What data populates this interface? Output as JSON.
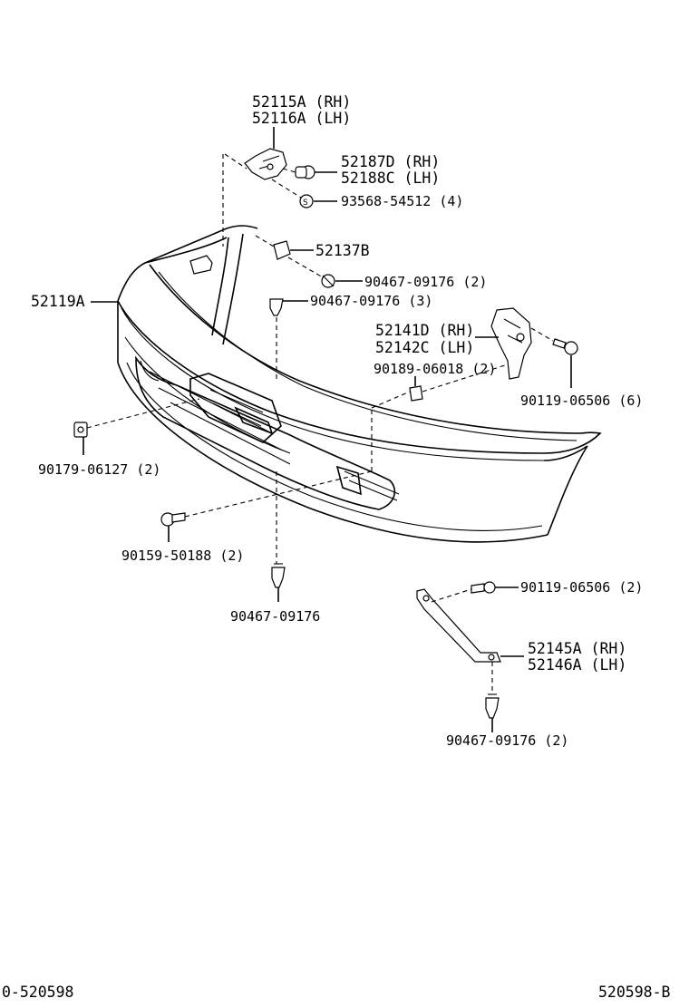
{
  "diagram": {
    "labels": {
      "p52115A": "52115A (RH)",
      "p52116A": "52116A (LH)",
      "p52187D": "52187D (RH)",
      "p52188C": "52188C (LH)",
      "p93568": "93568-54512 (4)",
      "p52137B": "52137B",
      "p90467a": "90467-09176 (2)",
      "p52119A": "52119A",
      "p90467b": "90467-09176 (3)",
      "p52141D": "52141D (RH)",
      "p52142C": "52142C (LH)",
      "p90189": "90189-06018 (2)",
      "p90119a": "90119-06506 (6)",
      "p90179": "90179-06127 (2)",
      "p90159": "90159-50188 (2)",
      "p90467c": "90467-09176",
      "p90119b": "90119-06506 (2)",
      "p52145A": "52145A (RH)",
      "p52146A": "52146A (LH)",
      "p90467d": "90467-09176 (2)",
      "footer_left": "0-520598",
      "footer_right": "520598-B"
    }
  }
}
